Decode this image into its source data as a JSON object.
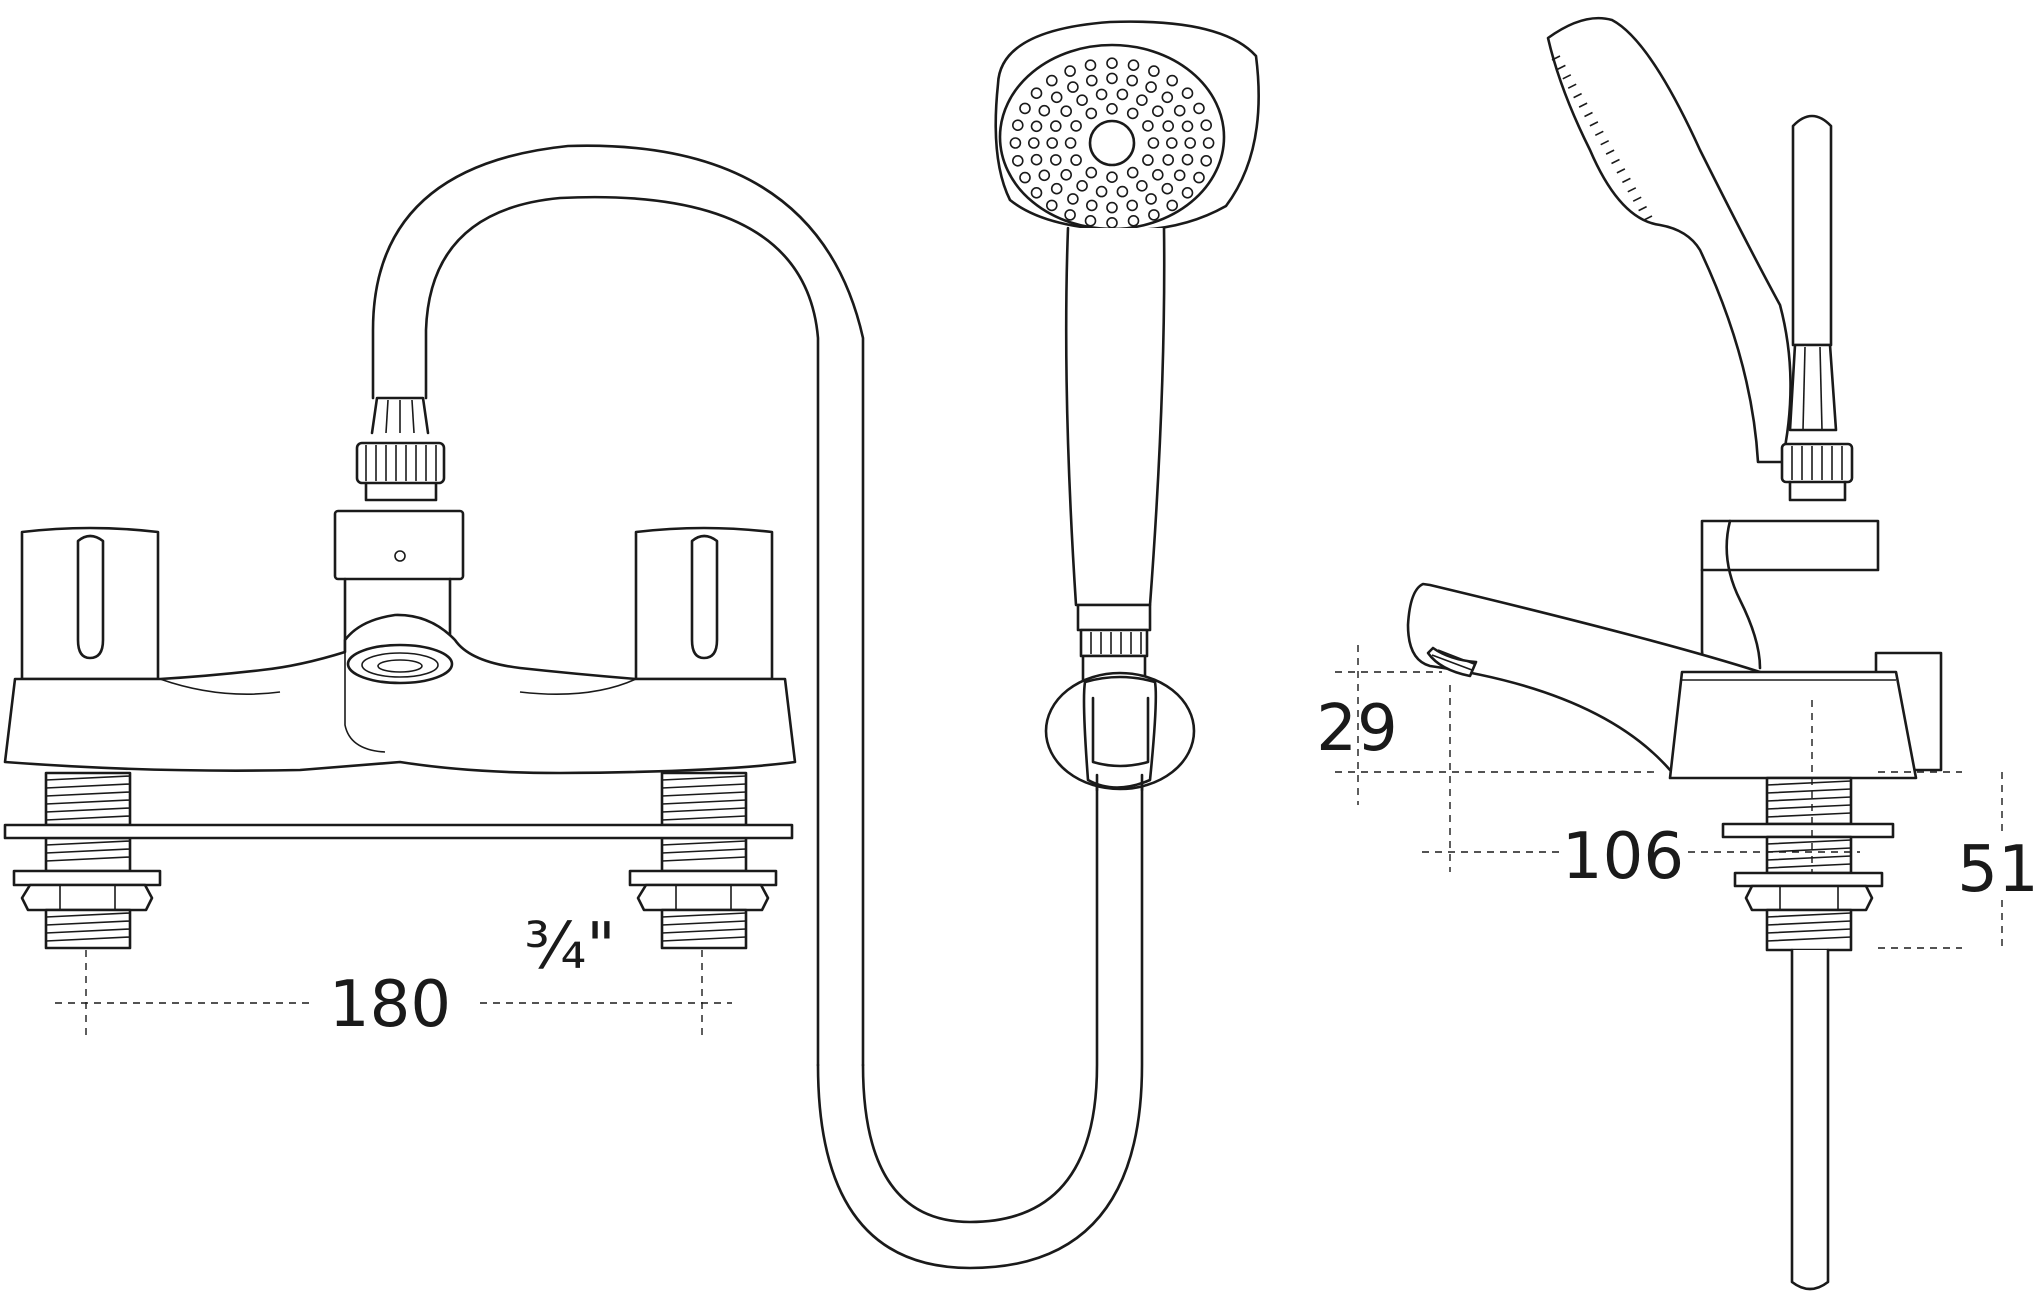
{
  "dimensions": {
    "centres": "180",
    "thread": "¾\"",
    "spout_height": "29",
    "spout_reach": "106",
    "deck_height": "51"
  },
  "colors": {
    "line": "#1a1a1a",
    "background": "#ffffff"
  }
}
